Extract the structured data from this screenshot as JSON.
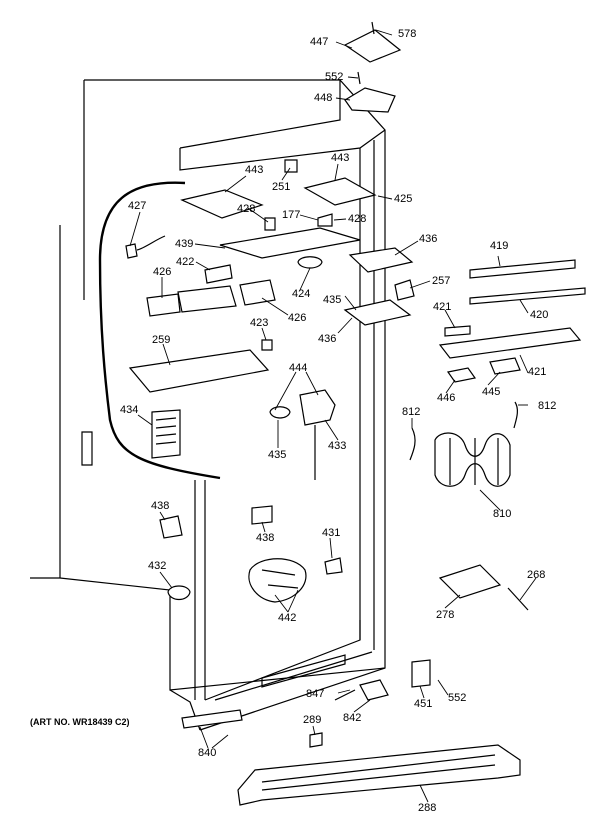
{
  "art_note": "(ART NO. WR18439 C2)",
  "part_labels": [
    "578",
    "447",
    "552",
    "448",
    "443",
    "251",
    "443",
    "425",
    "428",
    "177",
    "428",
    "427",
    "439",
    "436",
    "419",
    "422",
    "424",
    "257",
    "426",
    "435",
    "426",
    "421",
    "420",
    "436",
    "423",
    "259",
    "421",
    "444",
    "446",
    "445",
    "812",
    "812",
    "434",
    "435",
    "433",
    "810",
    "438",
    "438",
    "431",
    "432",
    "268",
    "442",
    "278",
    "847",
    "451",
    "552",
    "842",
    "289",
    "840",
    "288"
  ]
}
